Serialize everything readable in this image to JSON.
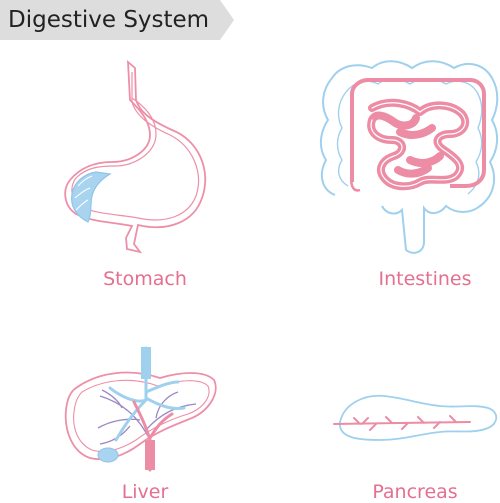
{
  "title": "Digestive System",
  "organs": [
    {
      "id": "stomach",
      "label": "Stomach"
    },
    {
      "id": "intestines",
      "label": "Intestines"
    },
    {
      "id": "liver",
      "label": "Liver"
    },
    {
      "id": "pancreas",
      "label": "Pancreas"
    }
  ],
  "colors": {
    "outline_pink": "#ee8fa8",
    "fill_pink": "#ec8ca5",
    "outline_blue": "#9fd0ee",
    "fill_blue": "#a9d4ef",
    "label_pink": "#e56f8f",
    "banner_gray": "#dddddd",
    "title_text": "#222222"
  }
}
